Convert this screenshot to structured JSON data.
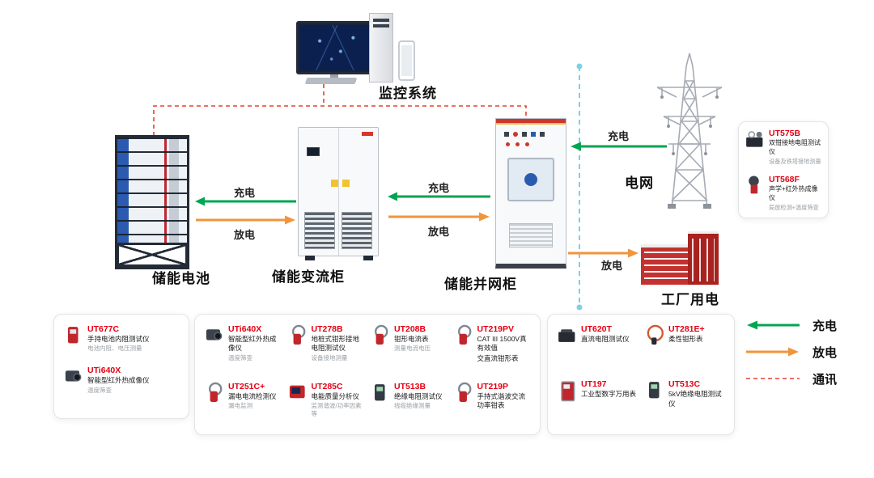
{
  "monitoring": {
    "label": "监控系统"
  },
  "nodes": {
    "battery": "储能电池",
    "converter": "储能变流柜",
    "grid_cabinet": "储能并网柜",
    "grid": "电网",
    "factory": "工厂用电"
  },
  "flows": {
    "charge_battery": "充电",
    "discharge_battery": "放电",
    "charge_converter": "充电",
    "discharge_converter": "放电",
    "charge_grid": "充电",
    "discharge_factory": "放电"
  },
  "legend": {
    "charge": "充电",
    "discharge": "放电",
    "comm": "通讯"
  },
  "colors": {
    "charge": "#00a551",
    "discharge": "#f0953c",
    "comm": "#e8412f",
    "link": "#7fd0e4",
    "brand": "#e60012"
  },
  "products": {
    "battery_box": [
      {
        "model": "UT677C",
        "name": "手持电池内阻测试仪",
        "desc": "电池内阻、电压测量",
        "icon": "battery-tester-icon"
      },
      {
        "model": "UTi640X",
        "name": "智能型红外热成像仪",
        "desc": "温度筛查",
        "icon": "thermal-camera-icon"
      }
    ],
    "converter_box": [
      {
        "model": "UTi640X",
        "name": "智能型红外热成像仪",
        "desc": "温度筛查",
        "icon": "thermal-camera-icon"
      },
      {
        "model": "UT278B",
        "name": "地桩式钳形接地电阻测试仪",
        "desc": "设备接地测量",
        "icon": "earth-clamp-tester-icon"
      },
      {
        "model": "UT208B",
        "name": "钳形电流表",
        "desc": "测量电流电压",
        "icon": "clamp-meter-icon"
      },
      {
        "model": "UT219PV",
        "name": "CAT III 1500V真有效值",
        "name2": "交直流钳形表",
        "icon": "clamp-meter-icon"
      },
      {
        "model": "UT251C+",
        "name": "漏电电流检测仪",
        "desc": "漏电监测",
        "icon": "leakage-clamp-meter-icon"
      },
      {
        "model": "UT285C",
        "name": "电能质量分析仪",
        "desc": "监测谐波/功率因素等",
        "icon": "power-quality-analyzer-icon"
      },
      {
        "model": "UT513B",
        "name": "绝缘电阻测试仪",
        "desc": "线缆绝缘测量",
        "icon": "insulation-tester-icon"
      },
      {
        "model": "UT219P",
        "name": "手持式谐波交流功率钳表",
        "icon": "power-clamp-meter-icon"
      }
    ],
    "grid_cabinet_box": [
      {
        "model": "UT620T",
        "name": "直流电阻测试仪",
        "icon": "dc-resistance-tester-icon"
      },
      {
        "model": "UT281E+",
        "name": "柔性钳形表",
        "icon": "flexible-clamp-icon"
      },
      {
        "model": "UT197",
        "name": "工业型数字万用表",
        "icon": "multimeter-icon"
      },
      {
        "model": "UT513C",
        "name": "5kV绝缘电阻测试仪",
        "icon": "insulation-tester-icon"
      }
    ],
    "tower_box": [
      {
        "model": "UT575B",
        "name": "双钳接地电阻测试仪",
        "desc": "设备及铁塔接地测量",
        "icon": "dual-clamp-earth-tester-icon"
      },
      {
        "model": "UT568F",
        "name": "声学+红外热成像仪",
        "desc": "局放检测+温度筛查",
        "icon": "acoustic-imager-icon"
      }
    ]
  }
}
